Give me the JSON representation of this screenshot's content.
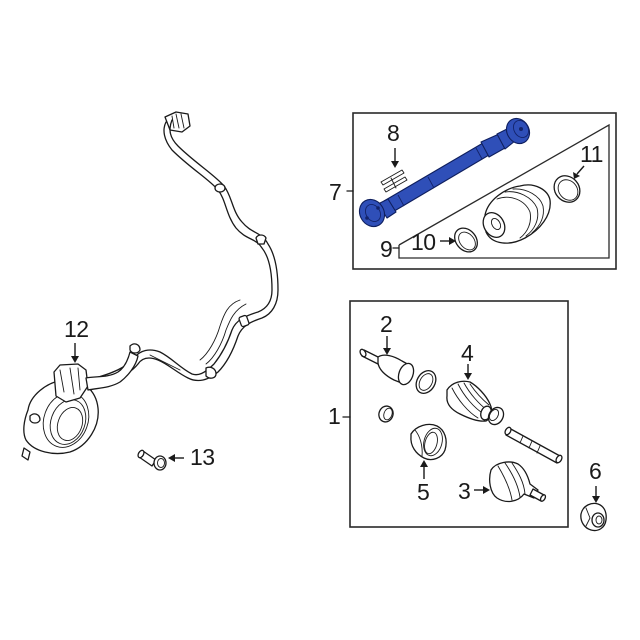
{
  "diagram": {
    "type": "exploded parts diagram",
    "highlight_color": "#2f4fb8",
    "line_color": "#1a1a1a",
    "background_color": "#ffffff",
    "callouts": [
      {
        "id": "1",
        "label": "1"
      },
      {
        "id": "2",
        "label": "2"
      },
      {
        "id": "3",
        "label": "3"
      },
      {
        "id": "4",
        "label": "4"
      },
      {
        "id": "5",
        "label": "5"
      },
      {
        "id": "6",
        "label": "6"
      },
      {
        "id": "7",
        "label": "7"
      },
      {
        "id": "8",
        "label": "8"
      },
      {
        "id": "9",
        "label": "9"
      },
      {
        "id": "10",
        "label": "10"
      },
      {
        "id": "11",
        "label": "11"
      },
      {
        "id": "12",
        "label": "12"
      },
      {
        "id": "13",
        "label": "13"
      }
    ],
    "groups": [
      {
        "name": "drive-shaft-assembly-box",
        "callout": "7",
        "contains": [
          "8",
          "9",
          "10",
          "11"
        ],
        "highlighted_part": "drive-shaft"
      },
      {
        "name": "axle-shaft-assembly-box",
        "callout": "1",
        "contains": [
          "2",
          "3",
          "4",
          "5"
        ]
      }
    ],
    "standalone_parts": [
      "6",
      "12",
      "13"
    ]
  }
}
